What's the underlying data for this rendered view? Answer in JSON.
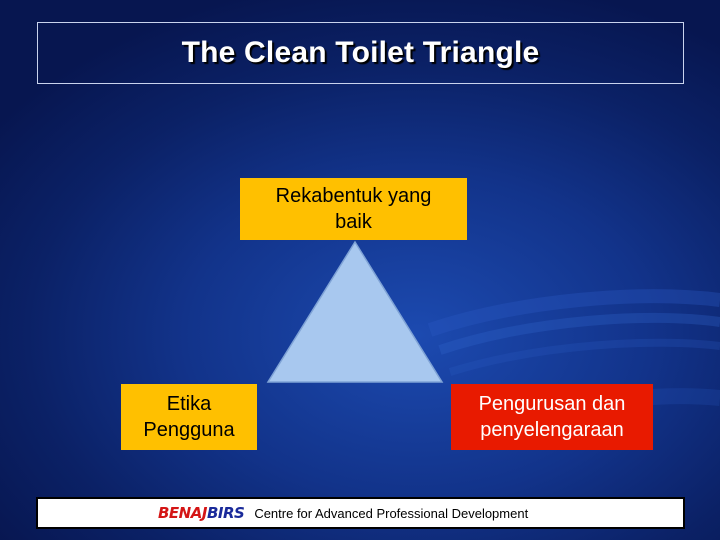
{
  "slide": {
    "title": "The Clean Toilet Triangle",
    "background_color": "#12338a"
  },
  "diagram": {
    "triangle_fill": "#a8c8ef",
    "vertices": {
      "top": {
        "label": "Rekabentuk yang\nbaik",
        "fill": "#ffc000",
        "text_color": "#000000"
      },
      "left": {
        "label": "Etika\nPengguna",
        "fill": "#ffc000",
        "text_color": "#000000"
      },
      "right": {
        "label": "Pengurusan dan\npenyelengaraan",
        "fill": "#e81a00",
        "text_color": "#ffffff"
      }
    }
  },
  "footer": {
    "logo_part_a": "BENAJ",
    "logo_part_b": "BIRS",
    "logo_color_a": "#d41515",
    "logo_color_b": "#1a2a9a",
    "text": "Centre for Advanced Professional Development"
  }
}
